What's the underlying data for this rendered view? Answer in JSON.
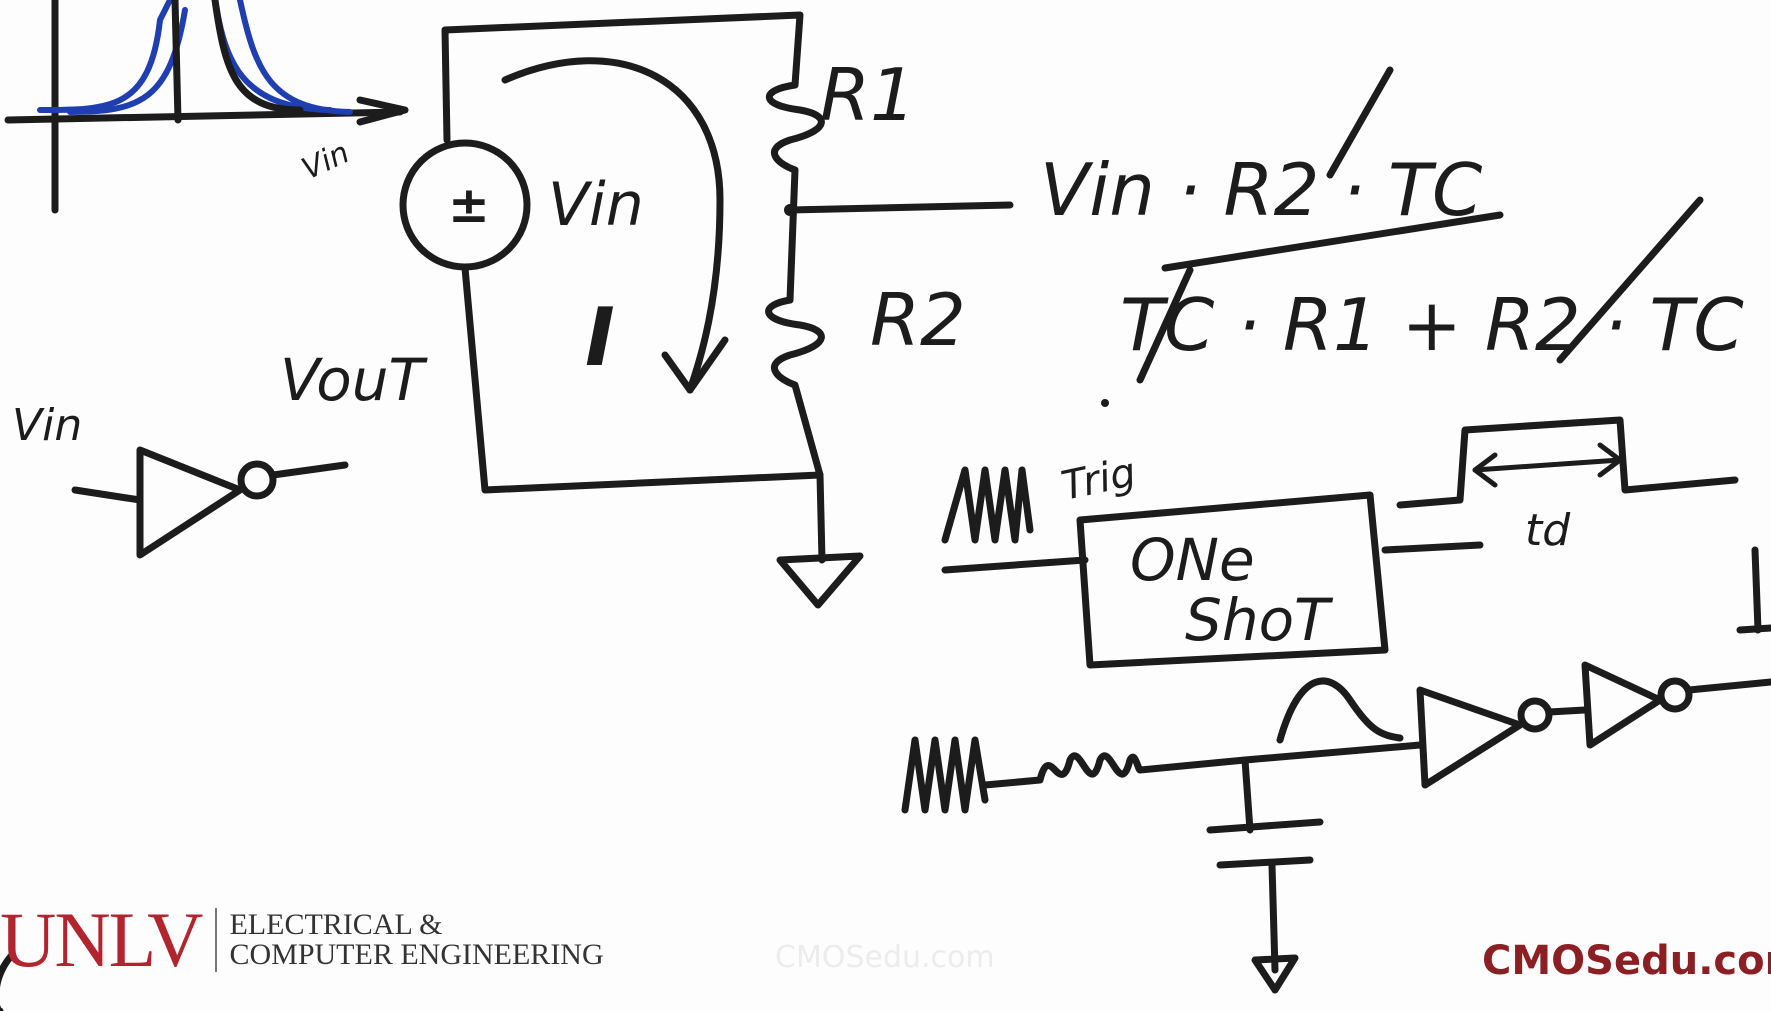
{
  "labels": {
    "vin_graph": "Vin",
    "source_sign": "±",
    "vin_source": "Vin",
    "current": "I",
    "r1": "R1",
    "r2": "R2",
    "numerator": "Vin · R2 · TC",
    "denominator": "TC · R1 + R2 · TC",
    "inverter_in": "Vin",
    "inverter_out": "VouT",
    "trig": "Trig",
    "one": "ONe",
    "shot": "ShoT",
    "td": "td"
  },
  "footer": {
    "logo": "UNLV",
    "dept_line1": "ELECTRICAL &",
    "dept_line2": "COMPUTER ENGINEERING",
    "watermark": "CMOSedu.com",
    "brand": "CMOSedu.com"
  },
  "colors": {
    "ink": "#1c1c1c",
    "blue_ink": "#1f3fb0",
    "brand_red": "#8b1f24",
    "unlv_red": "#b1252e"
  }
}
